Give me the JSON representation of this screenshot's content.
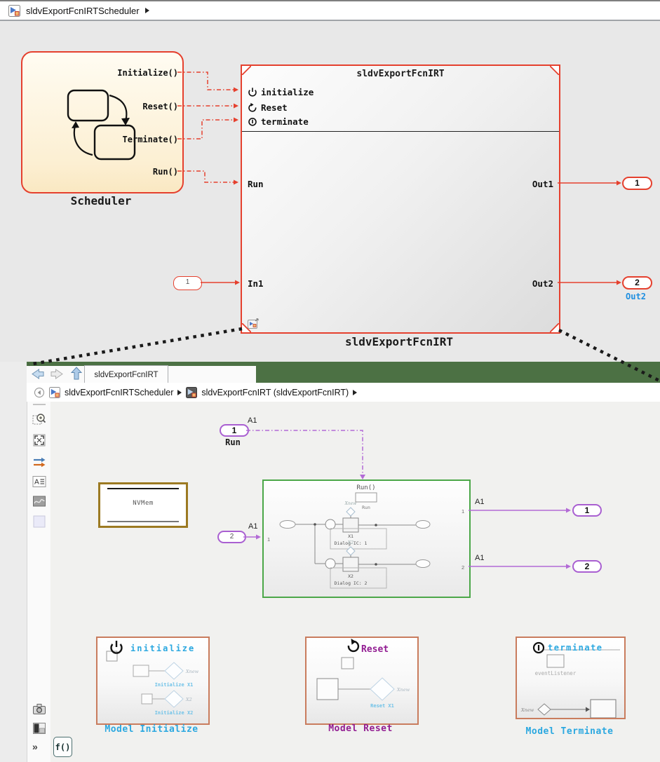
{
  "colors": {
    "accent_red": "#E5402E",
    "accent_purple": "#A95FD1",
    "accent_green": "#4BA748",
    "accent_orange": "#C97C5D",
    "nvmem_gold": "#9C7A22",
    "text_cyan": "#2BA8E0",
    "text_magenta": "#921D92",
    "text_blue": "#1E8FE0",
    "tab_bar_green": "#4C7144"
  },
  "top_window": {
    "titlebar": {
      "model_name": "sldvExportFcnIRTScheduler"
    },
    "scheduler": {
      "outputs": [
        "Initialize()",
        "Reset()",
        "Terminate()",
        "Run()"
      ],
      "caption": "Scheduler"
    },
    "irt": {
      "title": "sldvExportFcnIRT",
      "event_ports": [
        "initialize",
        "Reset",
        "terminate"
      ],
      "run_port": "Run",
      "in_port": "In1",
      "out_port1": "Out1",
      "out_port2": "Out2",
      "caption": "sldvExportFcnIRT"
    },
    "ports": {
      "inport1": "1",
      "outport1": "1",
      "outport2": "2",
      "outport2_signal": "Out2"
    }
  },
  "bottom_window": {
    "nav_tab": "sldvExportFcnIRT",
    "breadcrumb": {
      "item1": "sldvExportFcnIRTScheduler",
      "item2": "sldvExportFcnIRT (sldvExportFcnIRT)"
    },
    "toolbar": {
      "annotation_icon_letter": "A",
      "expand": "»",
      "function_badge": "f()"
    },
    "canvas": {
      "run_inport": {
        "number": "1",
        "caption": "Run",
        "signal": "A1"
      },
      "nvmem": "NVMem",
      "atomic_subsystem": {
        "trigger_title": "Run()",
        "trigger_block": "Run",
        "state1_tag": "Xnew",
        "block1": "X1",
        "block1_ic": "Dialog IC: 1",
        "state2_tag": "X2",
        "block2": "X2",
        "block2_ic": "Dialog IC: 2",
        "inport_num": "1",
        "outport1_num": "1",
        "outport2_num": "2"
      },
      "inport2": {
        "number": "2",
        "signal": "A1"
      },
      "out1": {
        "number": "1",
        "signal": "A1"
      },
      "out2": {
        "number": "2",
        "signal": "A1"
      },
      "model_initialize": {
        "header": "initialize",
        "chain1_label": "Initialize X1",
        "chain1_tag": "Xnew",
        "chain2_label": "Initialize X2",
        "chain2_tag": "X2",
        "caption": "Model Initialize"
      },
      "model_reset": {
        "header": "Reset",
        "chain_label": "Reset X1",
        "chain_tag": "Xnew",
        "caption": "Model Reset"
      },
      "model_terminate": {
        "header": "terminate",
        "listener_label": "eventListener",
        "chain_tag": "Xnew",
        "caption": "Model Terminate"
      }
    }
  }
}
